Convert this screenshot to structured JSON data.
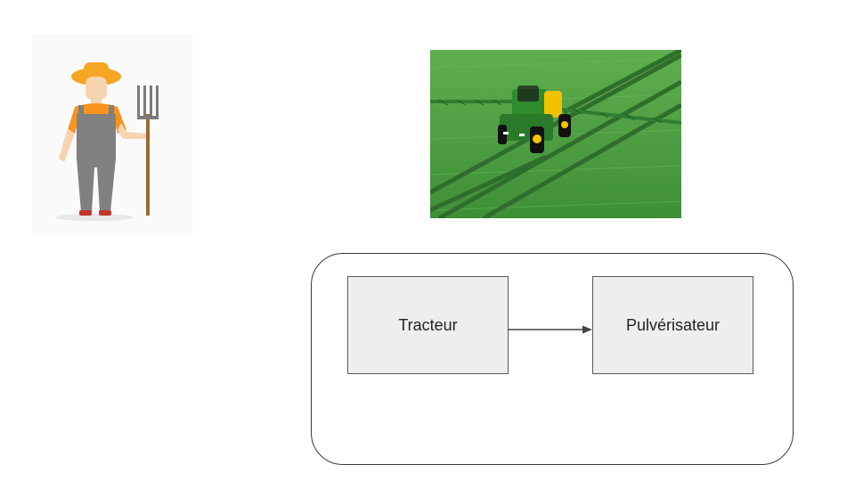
{
  "diagram": {
    "nodes": [
      {
        "id": "tracteur",
        "label": "Tracteur"
      },
      {
        "id": "pulverisateur",
        "label": "Pulvérisateur"
      }
    ],
    "edges": [
      {
        "from": "tracteur",
        "to": "pulverisateur"
      }
    ]
  },
  "images": {
    "farmer": {
      "icon": "farmer-illustration"
    },
    "photo": {
      "icon": "tractor-sprayer-field-photo"
    }
  },
  "colors": {
    "container_border": "#3a3a3a",
    "node_fill": "#eeeeee",
    "node_border": "#595959",
    "arrow": "#444444"
  }
}
